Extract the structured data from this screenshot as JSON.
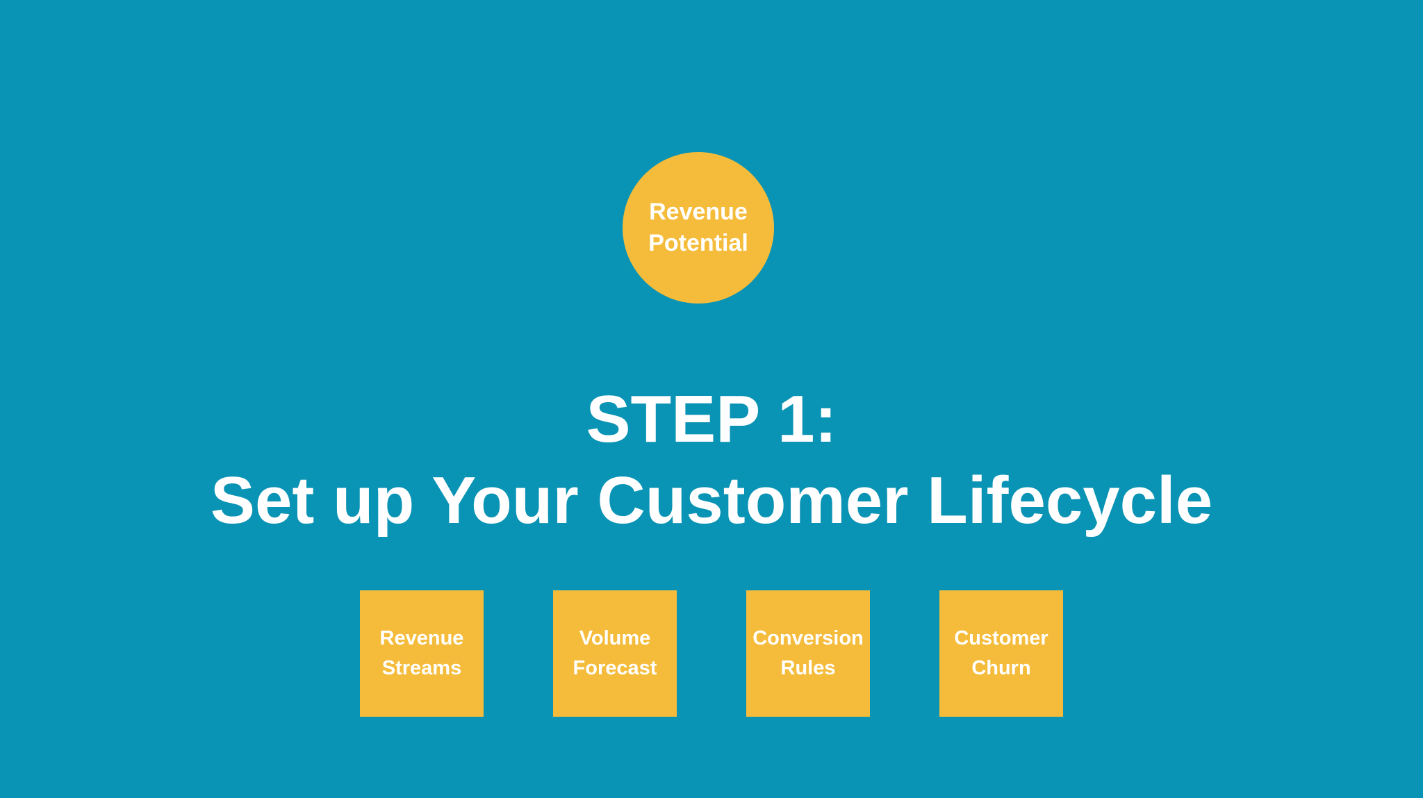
{
  "colors": {
    "background": "#0993B4",
    "accent_yellow": "#F5BC3B",
    "text_white": "#FFFFFF"
  },
  "top_circle": {
    "line1": "Revenue",
    "line2": "Potential"
  },
  "heading": {
    "line1": "STEP 1:",
    "line2": "Set up Your Customer Lifecycle"
  },
  "boxes": [
    {
      "line1": "Revenue",
      "line2": "Streams"
    },
    {
      "line1": "Volume",
      "line2": "Forecast"
    },
    {
      "line1": "Conversion",
      "line2": "Rules"
    },
    {
      "line1": "Customer",
      "line2": "Churn"
    }
  ]
}
